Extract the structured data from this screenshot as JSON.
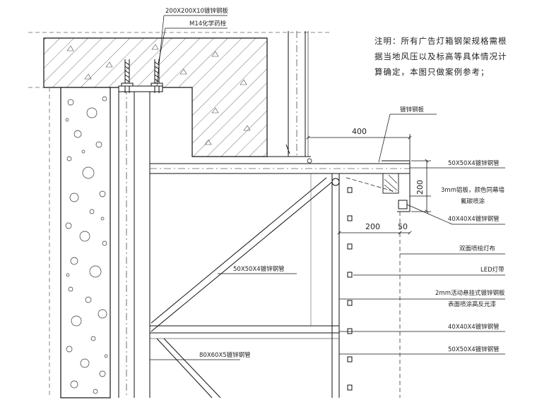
{
  "note": {
    "lines": [
      "注明：所有广告灯箱钢架规格需根",
      "据当地风压以及标高等具体情况计",
      "算确定，本图只做案例参考；"
    ]
  },
  "labels": {
    "plate_top": "200X200X10镀锌钢板",
    "anchor_bolt": "M14化学药栓",
    "galv_plate": "镀锌钢板",
    "tube_50x50_top": "50X50X4镀锌钢管",
    "al_panel_line1": "3mm铝板，颜色同幕墙",
    "al_panel_line2": "氟碳喷涂",
    "tube_40x40_top": "40X40X4镀锌钢管",
    "lightbox_fabric": "双面喷绘灯布",
    "led": "LED灯带",
    "plate_2mm_line1": "2mm活动悬挂式镀锌钢板",
    "plate_2mm_line2": "表面喷涂高反光漆",
    "tube_40x40_bottom": "40X40X4镀锌钢管",
    "tube_50x50_bottom": "50X50X4镀锌钢管",
    "tube_50x50_diag": "50X50X4镀锌钢管",
    "tube_80x60": "80X60X5镀锌钢管"
  },
  "dimensions": {
    "d400": "400",
    "d200_vertical": "200",
    "d200_horizontal": "200",
    "d50": "50"
  }
}
